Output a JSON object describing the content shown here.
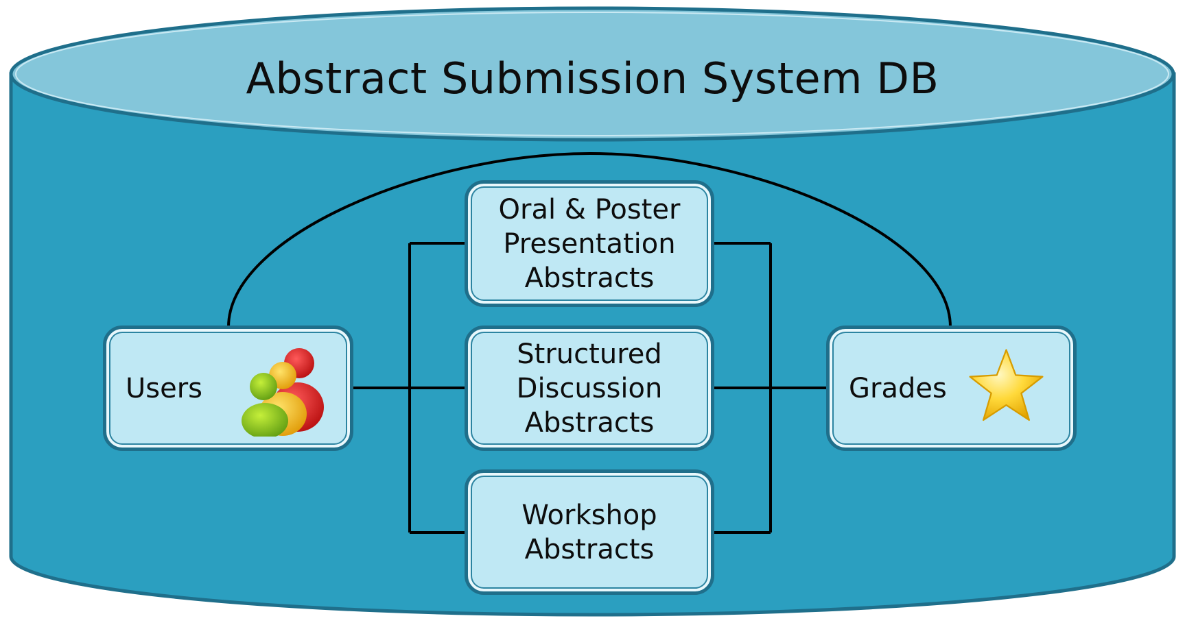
{
  "diagram": {
    "title": "Abstract Submission System DB",
    "nodes": {
      "users": {
        "label": "Users",
        "icon": "users-group-icon"
      },
      "grades": {
        "label": "Grades",
        "icon": "star-icon"
      },
      "oral_poster": {
        "label": "Oral & Poster\nPresentation\nAbstracts"
      },
      "structured": {
        "label": "Structured\nDiscussion\nAbstracts"
      },
      "workshop": {
        "label": "Workshop\nAbstracts"
      }
    },
    "edges": [
      [
        "users",
        "grades"
      ],
      [
        "users",
        "oral_poster"
      ],
      [
        "users",
        "structured"
      ],
      [
        "users",
        "workshop"
      ],
      [
        "oral_poster",
        "grades"
      ],
      [
        "structured",
        "grades"
      ],
      [
        "workshop",
        "grades"
      ]
    ]
  },
  "colors": {
    "cylinder_body": "#2b9fc0",
    "cylinder_top": "#84c6da",
    "cylinder_edge": "#1f6f8b",
    "node_fill": "#bfe8f4",
    "connector": "#000000"
  }
}
